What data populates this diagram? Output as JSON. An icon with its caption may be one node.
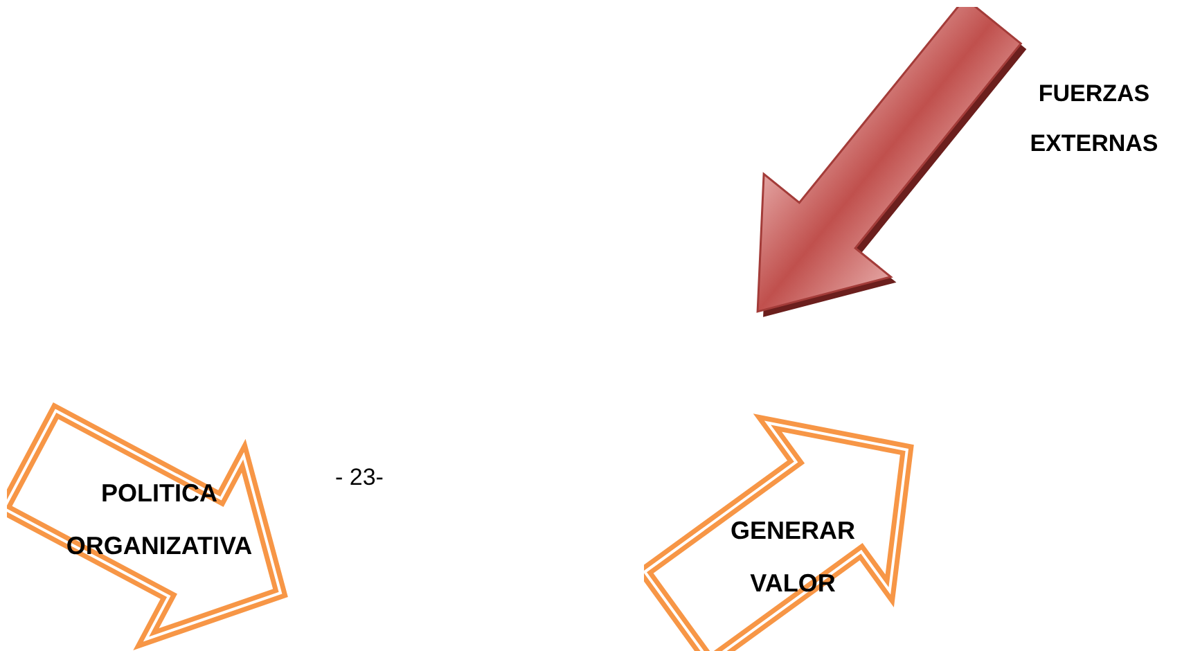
{
  "diagram": {
    "nodes": [
      {
        "text": [
          "FUERZAS EXTERNAS"
        ]
      },
      {
        "text": [
          "POLITICA ORGANIZATIVA"
        ]
      },
      {
        "text": [
          "GENERAR VALOR"
        ]
      }
    ],
    "labels": [
      "- 23-"
    ]
  }
}
